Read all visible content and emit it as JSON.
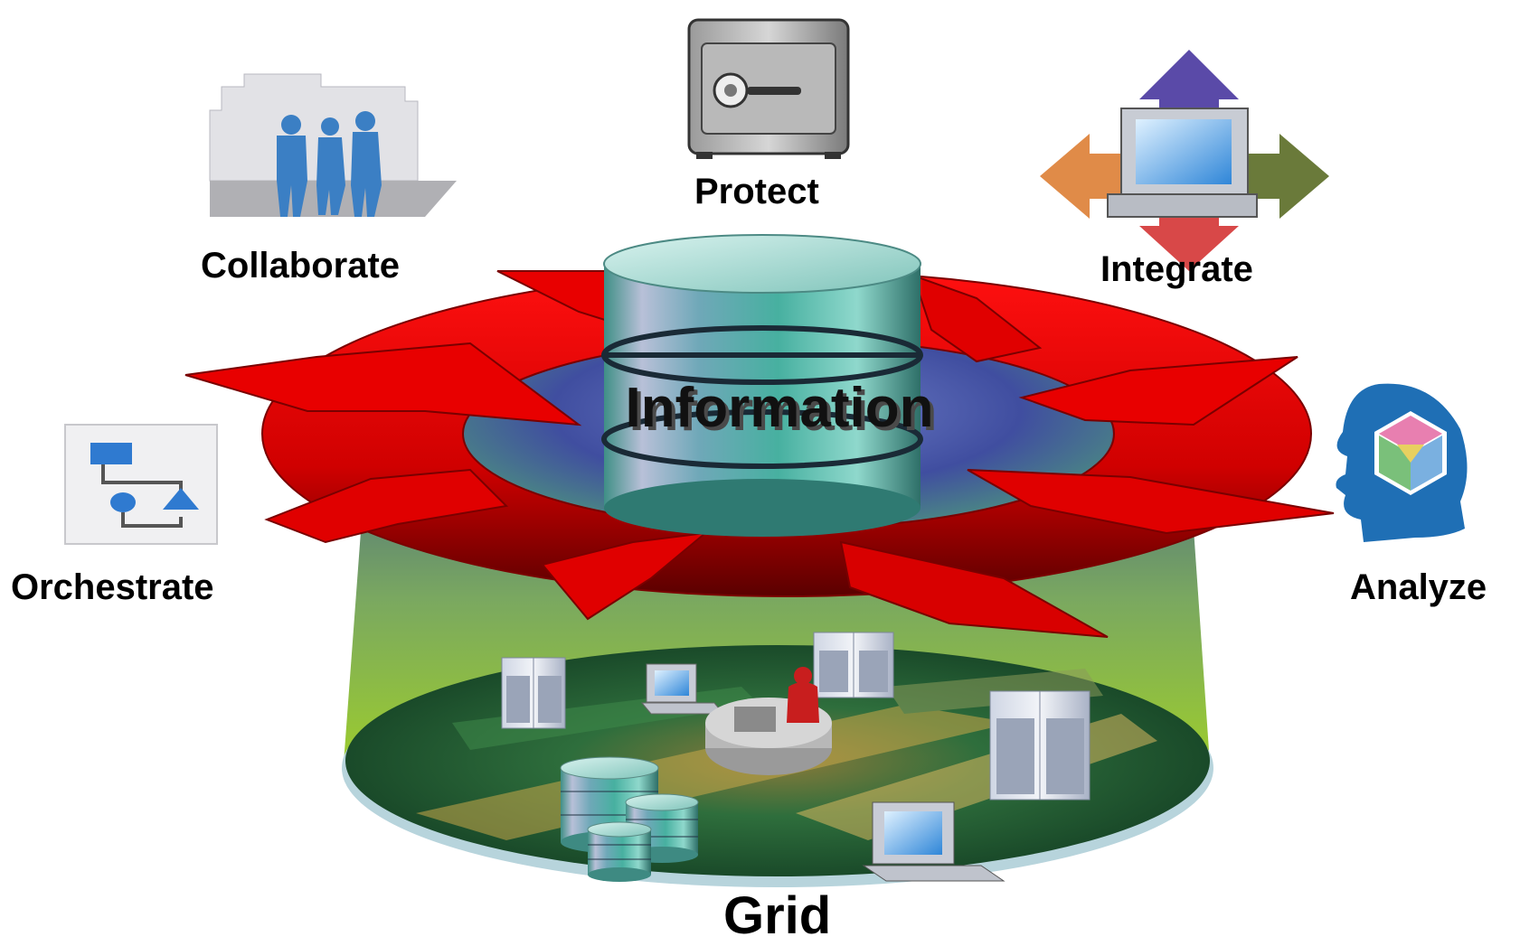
{
  "center": {
    "label": "Information"
  },
  "base": {
    "label": "Grid"
  },
  "capabilities": [
    {
      "id": "protect",
      "label": "Protect",
      "icon": "safe-icon"
    },
    {
      "id": "collaborate",
      "label": "Collaborate",
      "icon": "people-icon"
    },
    {
      "id": "integrate",
      "label": "Integrate",
      "icon": "computer-arrows-icon"
    },
    {
      "id": "orchestrate",
      "label": "Orchestrate",
      "icon": "flowchart-icon"
    },
    {
      "id": "analyze",
      "label": "Analyze",
      "icon": "head-cube-icon"
    }
  ],
  "colors": {
    "arrows": "#e00000",
    "database": "#5fb8ac",
    "ellipse": "#4a5aa8",
    "cone": "#8cc63f",
    "grid_floor": "#1e6b3a",
    "head": "#1f6fb5",
    "people": "#3b7fc4"
  }
}
